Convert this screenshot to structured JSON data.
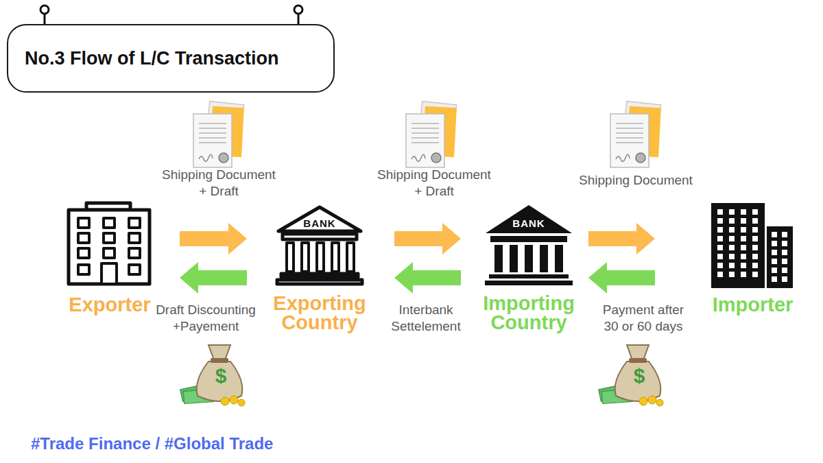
{
  "diagram": {
    "title": "No.3 Flow of L/C Transaction",
    "nodes": [
      {
        "text": [
          "Exporter"
        ]
      },
      {
        "text": [
          "BANK",
          "Exporting Country"
        ]
      },
      {
        "text": [
          "BANK",
          "Importing Country"
        ]
      },
      {
        "text": [
          "Importer"
        ]
      }
    ],
    "edges": [
      {
        "from": 0,
        "to": 1,
        "label": "Shipping Document + Draft",
        "arrow": "to"
      },
      {
        "from": 1,
        "to": 0,
        "label": "Draft Discounting +Payement",
        "arrow": "to"
      },
      {
        "from": 1,
        "to": 2,
        "label": "Shipping Document + Draft",
        "arrow": "to"
      },
      {
        "from": 2,
        "to": 1,
        "label": "Interbank Settelement",
        "arrow": "to"
      },
      {
        "from": 2,
        "to": 3,
        "label": "Shipping Document",
        "arrow": "to"
      },
      {
        "from": 3,
        "to": 2,
        "label": "Payment after 30 or 60 days",
        "arrow": "to"
      }
    ],
    "labels": [
      "$",
      "$",
      "#Trade Finance / #Global Trade"
    ]
  }
}
